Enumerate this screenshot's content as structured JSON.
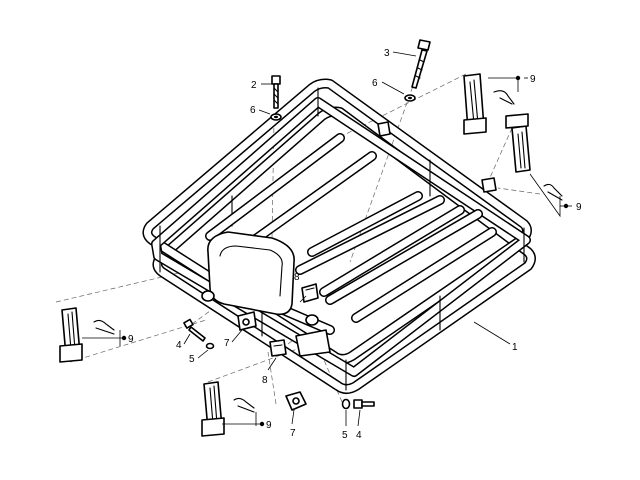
{
  "diagram": {
    "callouts": {
      "frame": "1",
      "bolt_top_left": "2",
      "bolt_top_right": "3",
      "bolt_left": "4",
      "bolt_bottom": "4",
      "washer_left": "5",
      "washer_bottom": "5",
      "washer_top_left": "6",
      "washer_top_right": "6",
      "bracket_left": "7",
      "bracket_bottom": "7",
      "clamp_center": "8",
      "clamp_front": "8",
      "kit_top_right": "9",
      "kit_right": "9",
      "kit_left": "9",
      "kit_bottom": "9"
    }
  }
}
